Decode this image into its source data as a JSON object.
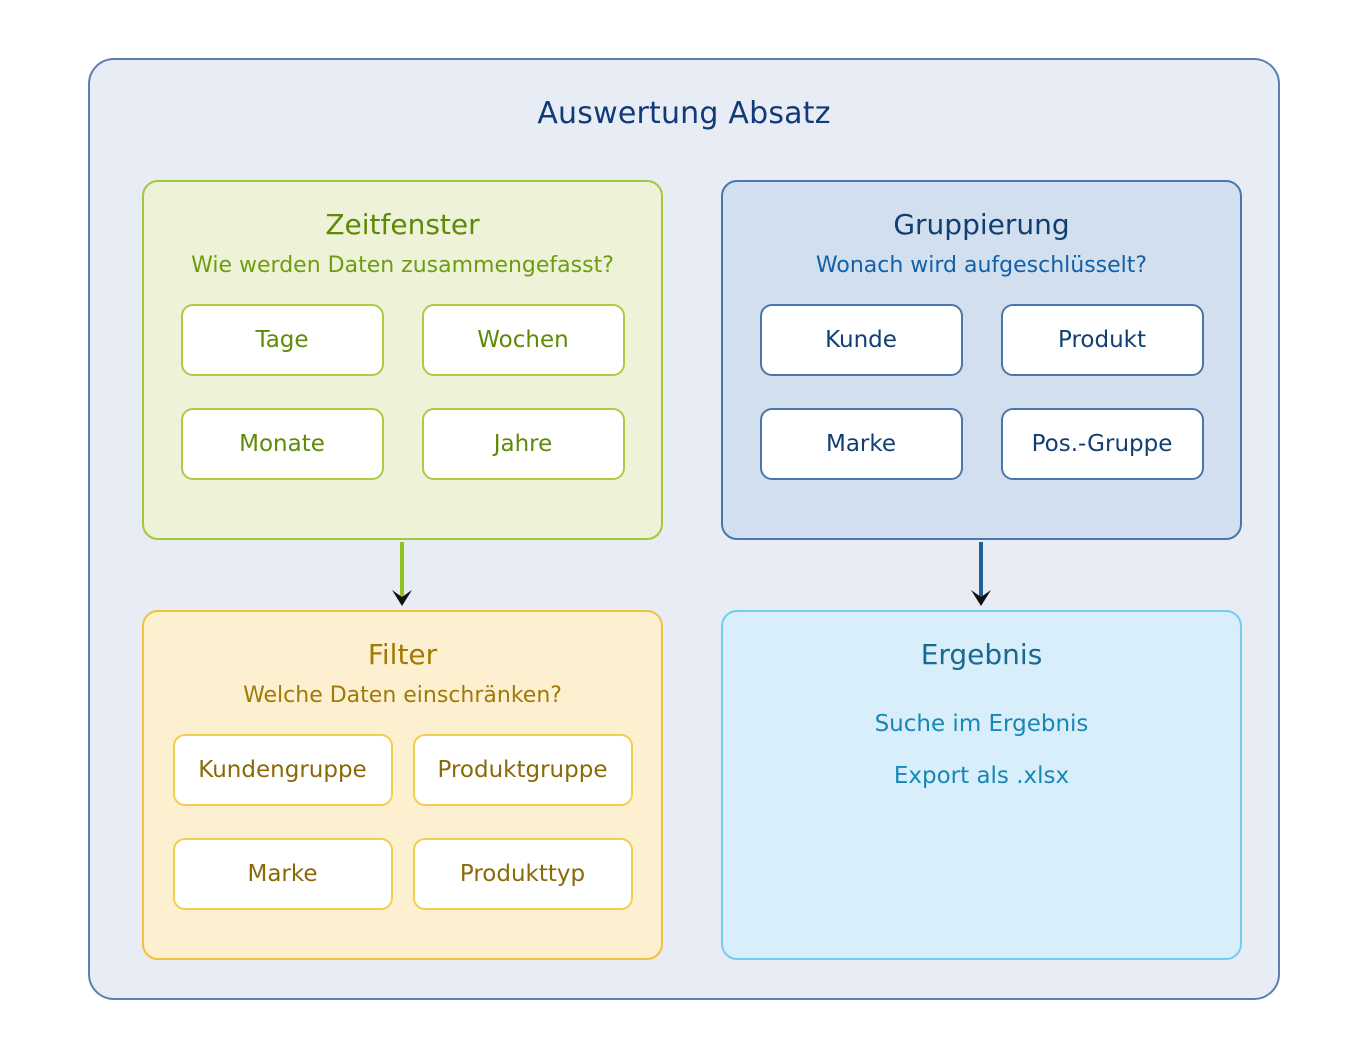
{
  "diagram": {
    "title": "Auswertung Absatz",
    "colors": {
      "outer_bg": "#e8ecf5",
      "outer_border": "#5b7fae",
      "title_color": "#113b78",
      "zeitfenster": "#a4c63c",
      "gruppierung": "#4a77ab",
      "filter": "#eec33a",
      "ergebnis": "#72cdf0"
    },
    "panels": {
      "zeitfenster": {
        "title": "Zeitfenster",
        "subtitle": "Wie werden Daten zusammengefasst?",
        "options": [
          "Tage",
          "Wochen",
          "Monate",
          "Jahre"
        ]
      },
      "gruppierung": {
        "title": "Gruppierung",
        "subtitle": "Wonach wird aufgeschlüsselt?",
        "options": [
          "Kunde",
          "Produkt",
          "Marke",
          "Pos.-Gruppe"
        ]
      },
      "filter": {
        "title": "Filter",
        "subtitle": "Welche Daten einschränken?",
        "options": [
          "Kundengruppe",
          "Produktgruppe",
          "Marke",
          "Produkttyp"
        ]
      },
      "ergebnis": {
        "title": "Ergebnis",
        "lines": [
          "Suche im Ergebnis",
          "Export als .xlsx"
        ]
      }
    },
    "arrows": [
      {
        "name": "zeitfenster-to-filter",
        "from": "Zeitfenster",
        "to": "Filter",
        "shaft_color": "#8ec322",
        "head_color": "#000000"
      },
      {
        "name": "gruppierung-to-ergebnis",
        "from": "Gruppierung",
        "to": "Ergebnis",
        "shaft_color": "#1f6098",
        "head_color": "#000000"
      }
    ]
  }
}
